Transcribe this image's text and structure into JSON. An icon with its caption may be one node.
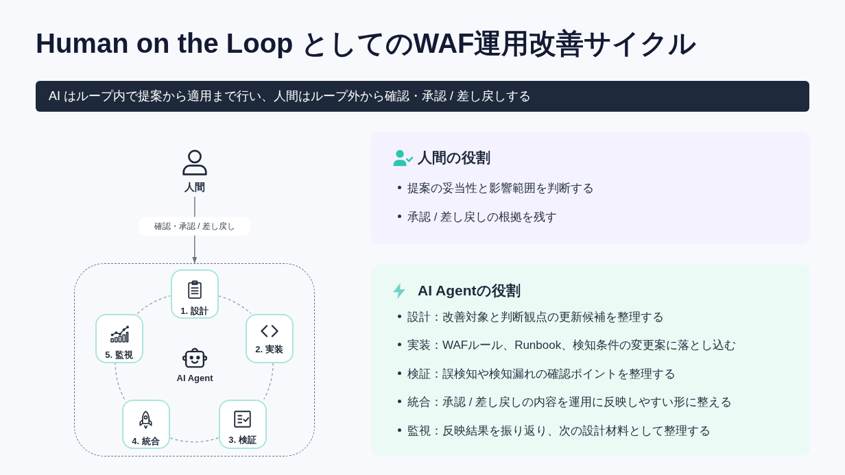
{
  "diagram": {
    "title": "Human on the Loop としてのWAF運用改善サイクル",
    "nodes": [
      {
        "text": [
          "AI はループ内で提案から適用まで行い、人間はループ外から確認・承認 / 差し戻しする"
        ]
      },
      {
        "text": [
          "人間"
        ]
      },
      {
        "text": [],
        "shape": "box"
      },
      {
        "text": [
          "1. 設計"
        ],
        "in": 2
      },
      {
        "text": [
          "2. 実装"
        ],
        "in": 2
      },
      {
        "text": [
          "3. 検証"
        ],
        "in": 2
      },
      {
        "text": [
          "4. 統合"
        ],
        "in": 2
      },
      {
        "text": [
          "5. 監視"
        ],
        "in": 2
      },
      {
        "text": [
          "人間の役割",
          "提案の妥当性と影響範囲を判断する",
          "承認 / 差し戻しの根拠を残す"
        ]
      },
      {
        "text": [
          "AI Agentの役割",
          "設計：改善対象と判断観点の更新候補を整理する",
          "実装：WAFルール、Runbook、検知条件の変更案に落とし込む",
          "検証：誤検知や検知漏れの確認ポイントを整理する",
          "統合：承認 / 差し戻しの内容を運用に反映しやすい形に整える",
          "監視：反映結果を振り返り、次の設計材料として整理する"
        ]
      }
    ],
    "edges": [
      {
        "from": 1,
        "to": 2,
        "arrow": "to",
        "label": "確認・承認 / 差し戻し",
        "color": "#6b7280"
      },
      {
        "from": 3,
        "to": 4,
        "arrow": "none",
        "style": "dashed"
      },
      {
        "from": 4,
        "to": 5,
        "arrow": "none",
        "style": "dashed"
      },
      {
        "from": 5,
        "to": 6,
        "arrow": "none",
        "style": "dashed"
      },
      {
        "from": 6,
        "to": 7,
        "arrow": "none",
        "style": "dashed"
      },
      {
        "from": 7,
        "to": 3,
        "arrow": "none",
        "style": "dashed"
      }
    ],
    "labels": [
      "AI Agent"
    ]
  }
}
